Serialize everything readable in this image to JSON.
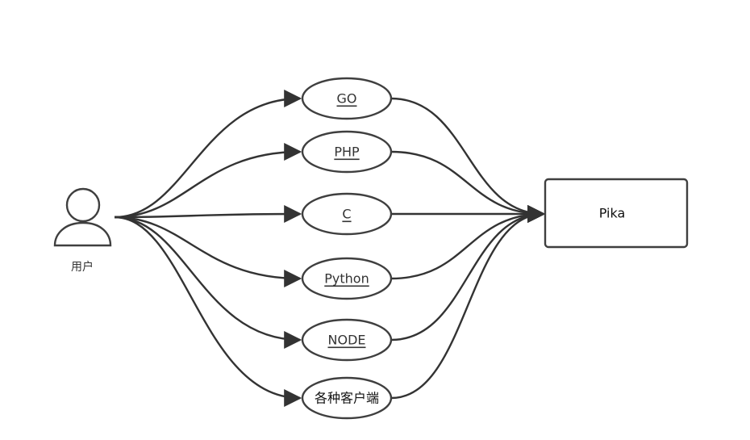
{
  "user": {
    "label": "用户"
  },
  "clients": [
    {
      "label": "GO",
      "link": true
    },
    {
      "label": "PHP",
      "link": true
    },
    {
      "label": "C",
      "link": true
    },
    {
      "label": "Python",
      "link": true
    },
    {
      "label": "NODE",
      "link": true
    },
    {
      "label": "各种客户端",
      "link": false
    }
  ],
  "server": {
    "label": "Pika"
  }
}
